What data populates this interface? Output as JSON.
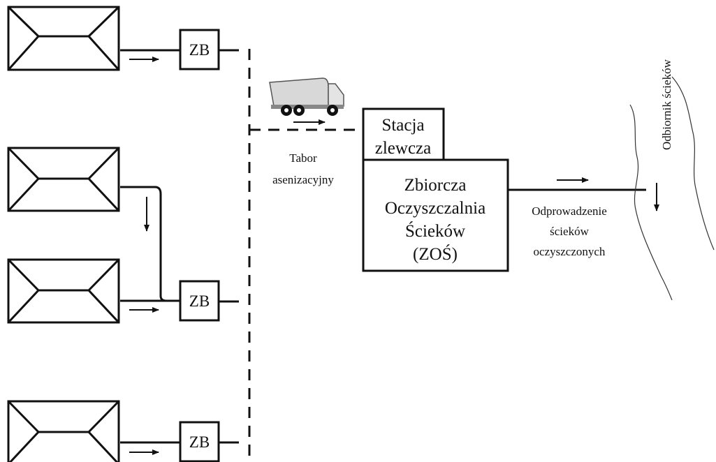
{
  "diagram": {
    "zb_label": "ZB",
    "stacja": {
      "line1": "Stacja",
      "line2": "zlewcza"
    },
    "tabor": {
      "line1": "Tabor",
      "line2": "asenizacyjny"
    },
    "zos": {
      "line1": "Zbiorcza",
      "line2": "Oczyszczalnia",
      "line3": "Ścieków",
      "line4": "(ZOŚ)"
    },
    "odprowadzenie": {
      "line1": "Odprowadzenie",
      "line2": "ścieków",
      "line3": "oczyszczonych"
    },
    "odbiornik": "Odbiornik ścieków"
  },
  "colors": {
    "ink": "#111111",
    "background": "#ffffff",
    "truck": "#d8d8d8"
  }
}
